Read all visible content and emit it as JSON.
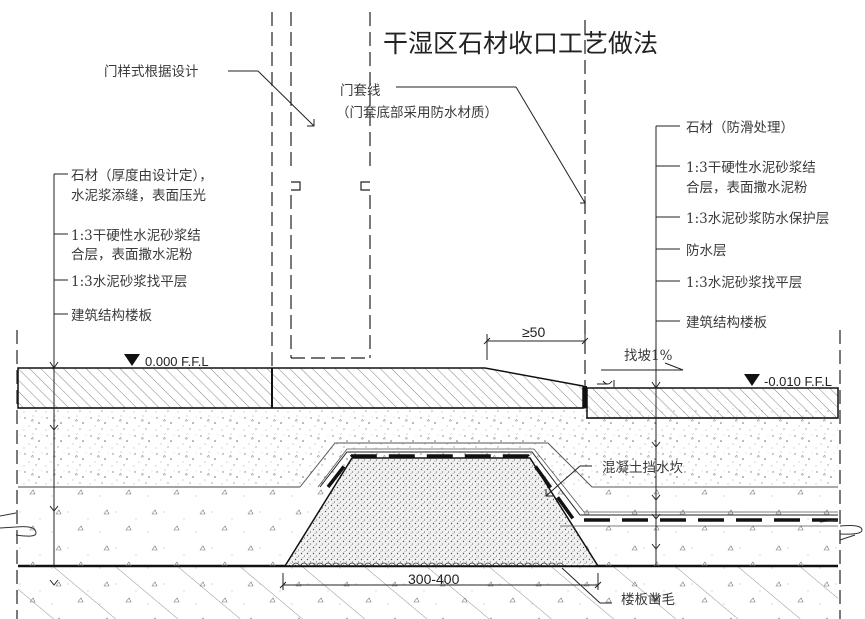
{
  "title": "干湿区石材收口工艺做法",
  "annotations": {
    "door_style": "门样式根据设计",
    "door_casing_line": "门套线",
    "door_casing_note": "（门套底部采用防水材质）",
    "concrete_curb": "混凝土挡水坎",
    "slab_roughen": "楼板凿毛"
  },
  "left_layers": [
    {
      "line1": "石材（厚度由设计定），",
      "line2": "水泥浆添缝，表面压光"
    },
    {
      "line1": "1:3干硬性水泥砂浆结",
      "line2": "合层，表面撒水泥粉"
    },
    {
      "line1": "1:3水泥砂浆找平层",
      "line2": ""
    },
    {
      "line1": "建筑结构楼板",
      "line2": ""
    }
  ],
  "right_layers": [
    {
      "line1": "石材（防滑处理）",
      "line2": ""
    },
    {
      "line1": "1:3干硬性水泥砂浆结",
      "line2": "合层，表面撒水泥粉"
    },
    {
      "line1": "1:3水泥砂浆防水保护层",
      "line2": ""
    },
    {
      "line1": "防水层",
      "line2": ""
    },
    {
      "line1": "1:3水泥砂浆找平层",
      "line2": ""
    },
    {
      "line1": "建筑结构楼板",
      "line2": ""
    }
  ],
  "levels": {
    "dry": "0.000 F.F.L",
    "wet": "-0.010 F.F.L"
  },
  "dimensions": {
    "threshold_min": "≥50",
    "curb_width": "300-400"
  },
  "slope": "找坡1%",
  "colors": {
    "line": "#1a1a1a",
    "hatch": "#555555",
    "text": "#3a3a3a",
    "background": "#ffffff"
  }
}
